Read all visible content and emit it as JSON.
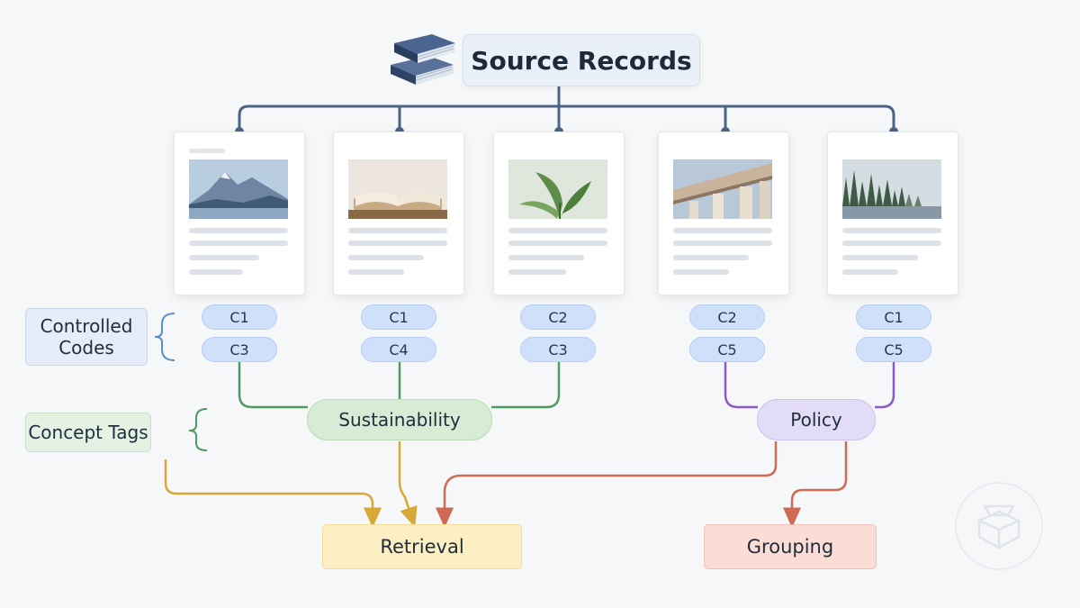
{
  "title": "Source Records",
  "records": [
    {
      "image": "mountain-lake-image",
      "codes": [
        "C1",
        "C3"
      ]
    },
    {
      "image": "open-book-image",
      "codes": [
        "C1",
        "C4"
      ]
    },
    {
      "image": "green-leaves-image",
      "codes": [
        "C2",
        "C3"
      ]
    },
    {
      "image": "classical-columns-image",
      "codes": [
        "C2",
        "C5"
      ]
    },
    {
      "image": "forest-lake-image",
      "codes": [
        "C1",
        "C5"
      ]
    }
  ],
  "labels": {
    "controlled_codes": "Controlled Codes",
    "concept_tags": "Concept Tags"
  },
  "concepts": {
    "sustainability": "Sustainability",
    "policy": "Policy"
  },
  "outcomes": {
    "retrieval": "Retrieval",
    "grouping": "Grouping"
  },
  "colors": {
    "tree_lines": "#4b6484",
    "sustainability_lines": "#4f9a63",
    "policy_lines": "#8a5cc4",
    "retrieval_arrows": "#d8a837",
    "grouping_arrows": "#cf6a55",
    "bracket": "#5b8fd0"
  },
  "icons": {
    "title": "books-icon",
    "watermark": "watermark-logo-icon"
  }
}
